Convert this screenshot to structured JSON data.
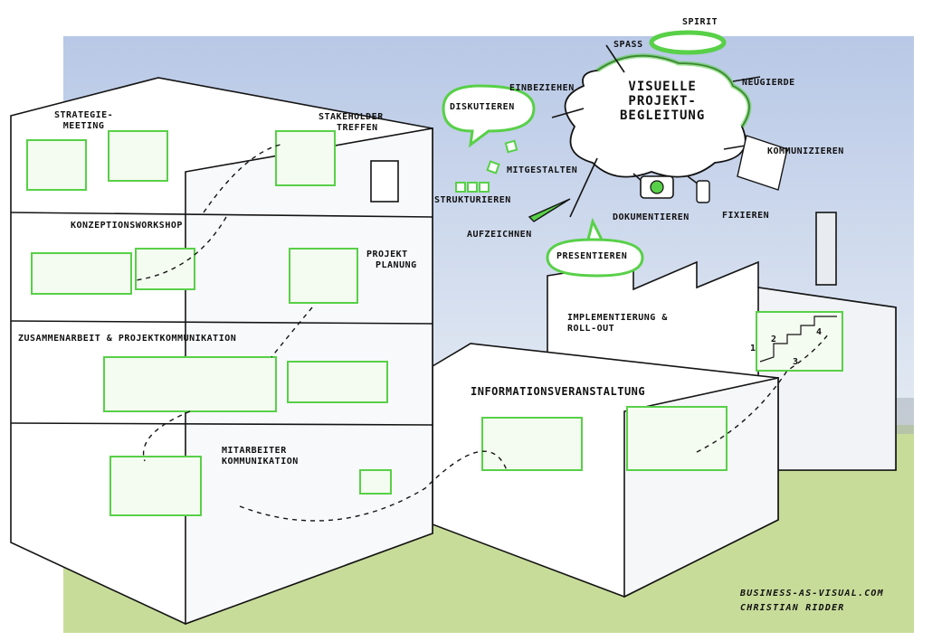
{
  "top_cloud": {
    "title_lines": [
      "VISUELLE",
      "PROJEKT-",
      "BEGLEITUNG"
    ],
    "activities": {
      "spirit": "SPIRIT",
      "spass": "SPASS",
      "neugierde": "NEUGIERDE",
      "einbeziehen": "EINBEZIEHEN",
      "diskutieren": "DISKUTIEREN",
      "kommunizieren": "KOMMUNIZIEREN",
      "mitgestalten": "MITGESTALTEN",
      "strukturieren": "STRUKTURIEREN",
      "dokumentieren": "DOKUMENTIEREN",
      "fixieren": "FIXIEREN",
      "aufzeichnen": "AUFZEICHNEN",
      "presentieren": "PRESENTIEREN"
    }
  },
  "building_left": {
    "floor1": {
      "strategie_lines": [
        "STRATEGIE-",
        "MEETING"
      ],
      "stakeholder_lines": [
        "STAKEHOLDER",
        "TREFFEN"
      ]
    },
    "floor2": {
      "konzeption": "KONZEPTIONSWORKSHOP",
      "projekt_lines": [
        "PROJEKT",
        "PLANUNG"
      ]
    },
    "floor3": {
      "zusammenarbeit": "ZUSAMMENARBEIT & PROJEKTKOMMUNIKATION"
    },
    "floor4": {
      "mitarbeiter_lines": [
        "MITARBEITER",
        "KOMMUNIKATION"
      ]
    }
  },
  "building_middle": {
    "title": "INFORMATIONSVERANSTALTUNG"
  },
  "factory": {
    "title_lines": [
      "IMPLEMENTIERUNG &",
      "ROLL-OUT"
    ],
    "steps": [
      "1",
      "2",
      "3",
      "4"
    ]
  },
  "credits": {
    "line1": "BUSINESS-AS-VISUAL.COM",
    "line2": "CHRISTIAN RIDDER"
  },
  "colors": {
    "sky_top": "#b8c8e6",
    "sky_bottom": "#e6ecf4",
    "ground": "#c8dc9a",
    "accent": "#58d048",
    "wall": "#ffffff",
    "ink": "#141414",
    "building_shadow": "#9aa0aa"
  }
}
